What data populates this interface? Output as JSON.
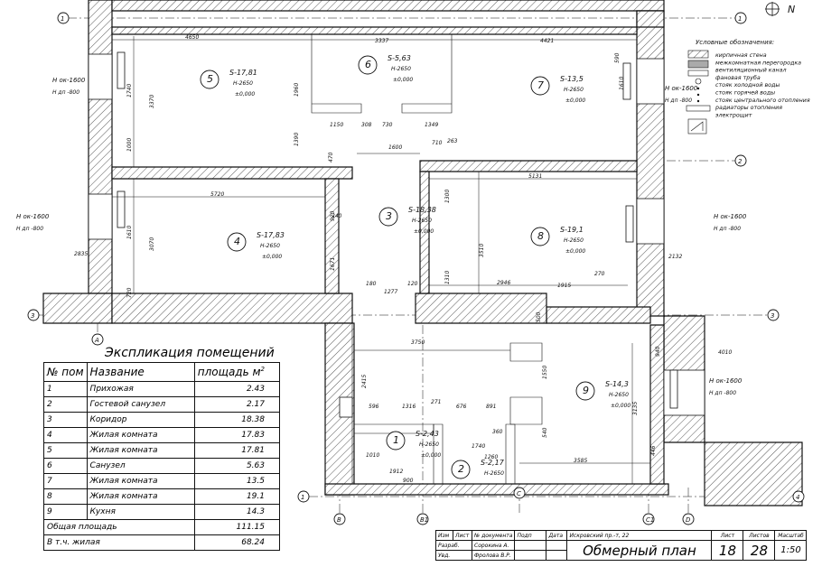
{
  "north": "N",
  "axes": {
    "a1": "1",
    "a2": "2",
    "a3": "3",
    "a4": "4",
    "aA": "A",
    "aB": "B",
    "aB1": "B1",
    "aC": "C",
    "aC1": "C1",
    "aD": "D"
  },
  "rooms": [
    {
      "num": "5",
      "area": "S-17,81",
      "height": "H-2650",
      "level": "±0,000"
    },
    {
      "num": "6",
      "area": "S-5,63",
      "height": "H-2650",
      "level": "±0,000"
    },
    {
      "num": "7",
      "area": "S-13,5",
      "height": "H-2650",
      "level": "±0,000"
    },
    {
      "num": "4",
      "area": "S-17,83",
      "height": "H-2650",
      "level": "±0,000"
    },
    {
      "num": "3",
      "area": "S-18,38",
      "height": "H-2650",
      "level": "±0,000"
    },
    {
      "num": "8",
      "area": "S-19,1",
      "height": "H-2650",
      "level": "±0,000"
    },
    {
      "num": "9",
      "area": "S-14,3",
      "height": "H-2650",
      "level": "±0,000"
    },
    {
      "num": "1",
      "area": "S-2,43",
      "height": "H-2650",
      "level": "±0,000"
    },
    {
      "num": "2",
      "area": "S-2,17",
      "height": "H-2650",
      "level": ""
    }
  ],
  "windows": {
    "ok": "H ок-1600",
    "dp": "H дп -800"
  },
  "dims": {
    "d4650": "4650",
    "d3337": "3337",
    "d4421": "4421",
    "d5720": "5720",
    "d5131": "5131",
    "d3750": "3750",
    "d3585": "3585",
    "d2946": "2946",
    "d1915": "1915",
    "d1600": "1600",
    "d1150": "1150",
    "d308": "308",
    "d730": "730",
    "d1349": "1349",
    "d710": "710",
    "d263": "263",
    "d240": "240",
    "d1277": "1277",
    "d180": "180",
    "d120": "120",
    "d270": "270",
    "d596": "596",
    "d1316": "1316",
    "d271": "271",
    "d676": "676",
    "d891": "891",
    "d1740": "1740",
    "d1912": "1912",
    "d900": "900",
    "d360": "360",
    "d3370": "3370",
    "d3070": "3070",
    "d3510": "3510",
    "d1960": "1960",
    "d1390": "1390",
    "d1740v": "1740",
    "d1610": "1610",
    "d1000": "1000",
    "d720": "720",
    "d1671": "1671",
    "d920": "920",
    "d470": "470",
    "d1300": "1300",
    "d1310": "1310",
    "d2415": "2415",
    "d2835": "2835",
    "d2132": "2132",
    "d4010": "4010",
    "d590": "590",
    "d1260": "1260",
    "d3135": "3135",
    "d940": "940",
    "d500": "500",
    "d540": "540",
    "d446": "446",
    "d1550": "1550",
    "d1010": "1010"
  },
  "legend": {
    "title": "Условные обозначения:",
    "items": [
      "кирпичная стена",
      "межкомнатная перегородка",
      "вентиляционный канал",
      "фановая труба",
      "стояк холодной воды",
      "стояк горячей воды",
      "стояк центрального отопления",
      "радиаторы отопления",
      "электрощит"
    ]
  },
  "explication": {
    "caption": "Экспликация помещений",
    "headers": [
      "№ пом",
      "Название",
      "площадь м"
    ],
    "sup": "2",
    "rows": [
      [
        "1",
        "Прихожая",
        "2.43"
      ],
      [
        "2",
        "Гостевой санузел",
        "2.17"
      ],
      [
        "3",
        "Коридор",
        "18.38"
      ],
      [
        "4",
        "Жилая комната",
        "17.83"
      ],
      [
        "5",
        "Жилая комната",
        "17.81"
      ],
      [
        "6",
        "Санузел",
        "5.63"
      ],
      [
        "7",
        "Жилая комната",
        "13.5"
      ],
      [
        "8",
        "Жилая комната",
        "19.1"
      ],
      [
        "9",
        "Кухня",
        "14.3"
      ]
    ],
    "total_label": "Общая площадь",
    "total": "111.15",
    "living_label": "В т.ч. жилая",
    "living": "68.24"
  },
  "stamp": {
    "izm": "Изм",
    "list": "Лист",
    "ndoc": "№ документа",
    "podp": "Подп",
    "data": "Дата",
    "address": "Искровский пр.-т, 22",
    "razrab": "Разраб.",
    "razrab_name": "Сорокина А.",
    "prov": "Увд.",
    "prov_name": "Фролова В.Р.",
    "title": "Обмерный план",
    "list_h": "Лист",
    "listov_h": "Листов",
    "scale_h": "Масштаб",
    "list_v": "18",
    "listov_v": "28",
    "scale_v": "1:50"
  }
}
